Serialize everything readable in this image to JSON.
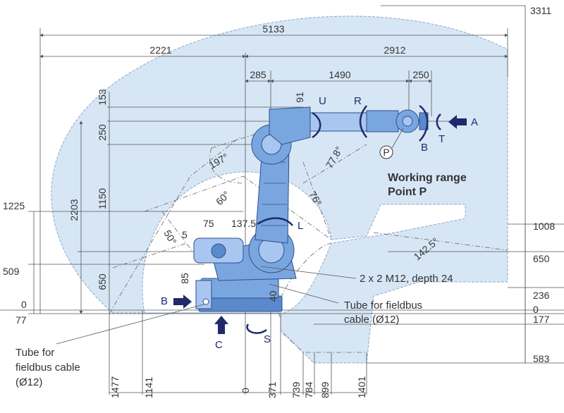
{
  "title": {
    "line1": "Working range",
    "line2": "Point P"
  },
  "dims_top": {
    "d5133": "5133",
    "d2221": "2221",
    "d2912": "2912",
    "d285": "285",
    "d1490": "1490",
    "d250": "250"
  },
  "dims_left_inner": {
    "d153": "153",
    "d250": "250",
    "d1150": "1150",
    "d650": "650",
    "d2203": "2203",
    "d91": "91",
    "d85": "85",
    "d5": "5"
  },
  "dims_left_outer": {
    "d1225": "1225",
    "d509": "509",
    "d0": "0",
    "d77": "77"
  },
  "dims_right": {
    "d3311": "3311",
    "d1008": "1008",
    "d650": "650",
    "d236": "236",
    "d0": "0",
    "d177": "177",
    "d583": "583"
  },
  "dims_bottom": {
    "d1477": "1477",
    "d1141": "1141",
    "d0": "0",
    "d371": "371",
    "d739": "739",
    "d784": "784",
    "d899": "899",
    "d1401": "1401"
  },
  "dims_misc": {
    "d75": "75",
    "d137_5": "137.5",
    "d40": "40"
  },
  "angles": {
    "a197": "197°",
    "a60": "60°",
    "a50": "50°",
    "a77_8": "77.8°",
    "a76": "76°",
    "a142_5": "142.5°"
  },
  "axes": {
    "U": "U",
    "R": "R",
    "B": "B",
    "T": "T",
    "A": "A",
    "P": "P",
    "L": "L",
    "S": "S",
    "C": "C",
    "Bside": "B"
  },
  "callouts": {
    "mount": "2 x 2 M12, depth 24",
    "tube_right_1": "Tube for fieldbus",
    "tube_right_2": "cable (Ø12)",
    "tube_left_1": "Tube for",
    "tube_left_2": "fieldbus cable",
    "tube_left_3": "(Ø12)"
  },
  "colors": {
    "envelope": "#d7e6f5",
    "robot": "#7aa6e0",
    "robot_dark": "#2e4f8c",
    "arrow": "#1f2a6b"
  }
}
